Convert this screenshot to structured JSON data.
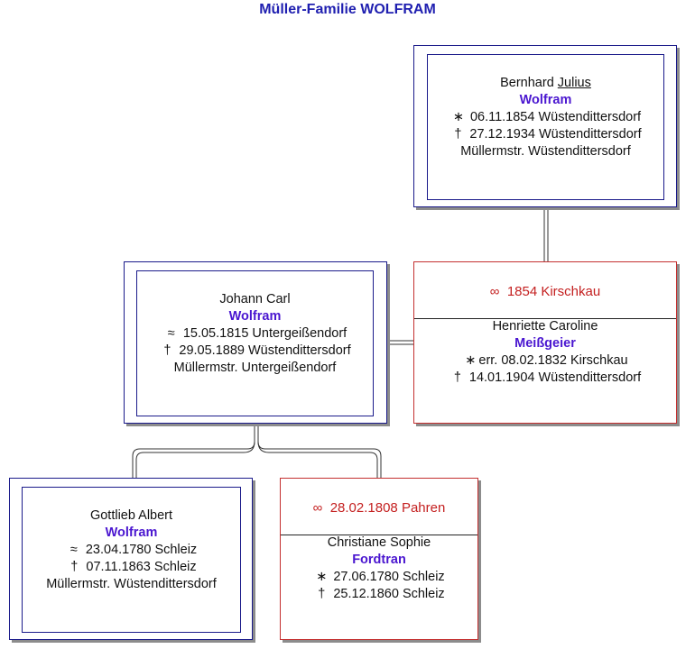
{
  "title": "Müller-Familie WOLFRAM",
  "symbols": {
    "birth": "∗",
    "baptism": "≈",
    "death": "†",
    "marriage": "∞"
  },
  "top_person": {
    "first_name": "Bernhard",
    "call_name": "Julius",
    "surname": "Wolfram",
    "birth": "06.11.1854 Wüstendittersdorf",
    "death": "27.12.1934 Wüstendittersdorf",
    "occupation": "Müllermstr. Wüstendittersdorf"
  },
  "father": {
    "first_names": "Johann Carl",
    "surname": "Wolfram",
    "baptism": "15.05.1815 Untergeißendorf",
    "death": "29.05.1889 Wüstendittersdorf",
    "occupation": "Müllermstr. Untergeißendorf"
  },
  "father_spouse": {
    "marriage": "1854 Kirschkau",
    "first_names": "Henriette Caroline",
    "surname": "Meißgeier",
    "birth": "err. 08.02.1832 Kirschkau",
    "death": "14.01.1904 Wüstendittersdorf"
  },
  "grandfather": {
    "first_names": "Gottlieb Albert",
    "surname": "Wolfram",
    "baptism": "23.04.1780 Schleiz",
    "death": "07.11.1863 Schleiz",
    "occupation": "Müllermstr. Wüstendittersdorf"
  },
  "grandfather_spouse": {
    "marriage": "28.02.1808 Pahren",
    "first_names": "Christiane Sophie",
    "surname": "Fordtran",
    "birth": "27.06.1780 Schleiz",
    "death": "25.12.1860 Schleiz"
  }
}
